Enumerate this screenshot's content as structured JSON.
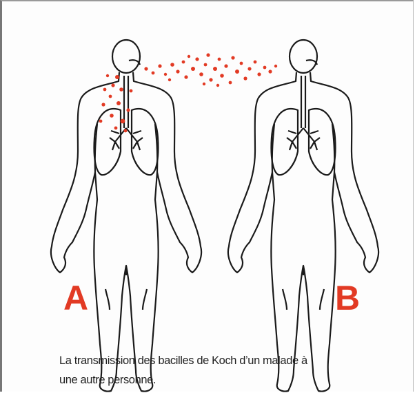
{
  "figure": {
    "label_left": "A",
    "label_right": "B",
    "colors": {
      "label": "#e23a24",
      "droplets": "#e23a24",
      "outline": "#1a1a1a"
    }
  },
  "caption": {
    "line1": "La transmission des bacilles de Koch d’un malade à",
    "line2": "une autre personne."
  }
}
